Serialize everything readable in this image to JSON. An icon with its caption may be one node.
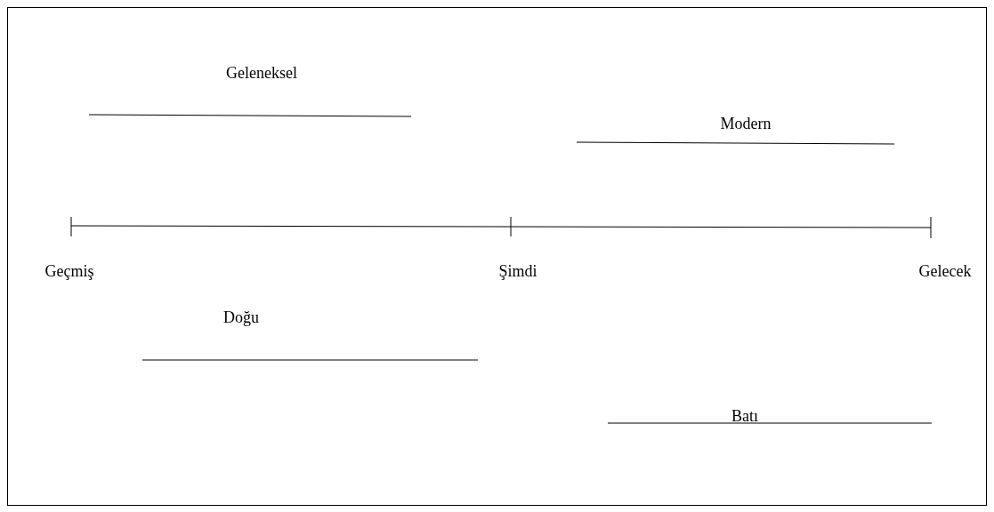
{
  "diagram": {
    "labels": [
      "Geleneksel",
      "Modern",
      "Geçmiş",
      "Şimdi",
      "Gelecek",
      "Doğu",
      "Batı"
    ]
  }
}
